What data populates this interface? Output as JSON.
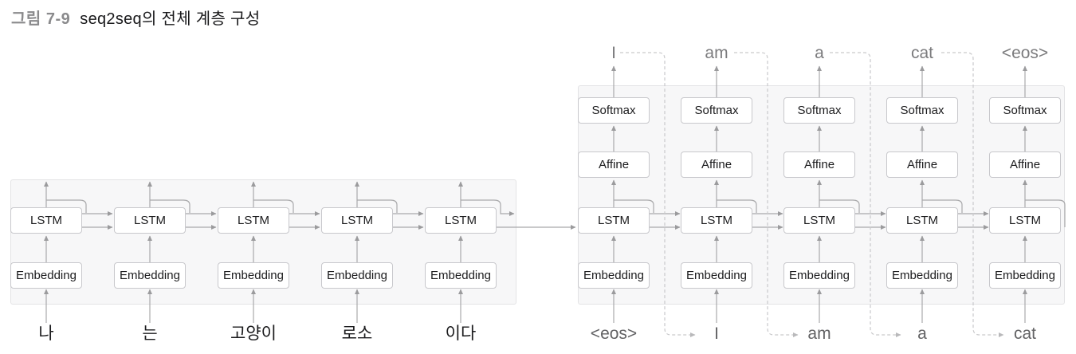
{
  "title": {
    "label": "그림 7-9",
    "text": "seq2seq의 전체 계층 구성"
  },
  "layers": {
    "embedding": "Embedding",
    "lstm": "LSTM",
    "affine": "Affine",
    "softmax": "Softmax"
  },
  "encoder": {
    "inputs": [
      "나",
      "는",
      "고양이",
      "로소",
      "이다"
    ]
  },
  "decoder": {
    "outputs": [
      "I",
      "am",
      "a",
      "cat",
      "<eos>"
    ],
    "inputs": [
      "<eos>",
      "I",
      "am",
      "a",
      "cat"
    ]
  },
  "colors": {
    "panel_fill": "#f7f7f8",
    "panel_border": "#e3e3e5",
    "box_border": "#c8c8cc",
    "arrow_gray": "#a9a9ab",
    "dashed_gray": "#c9c9cb",
    "title_label_gray": "#8a8a8c",
    "encoder_word": "#1b1b1d",
    "decoder_output_word": "#7b7b7d",
    "decoder_input_word": "#636365"
  }
}
